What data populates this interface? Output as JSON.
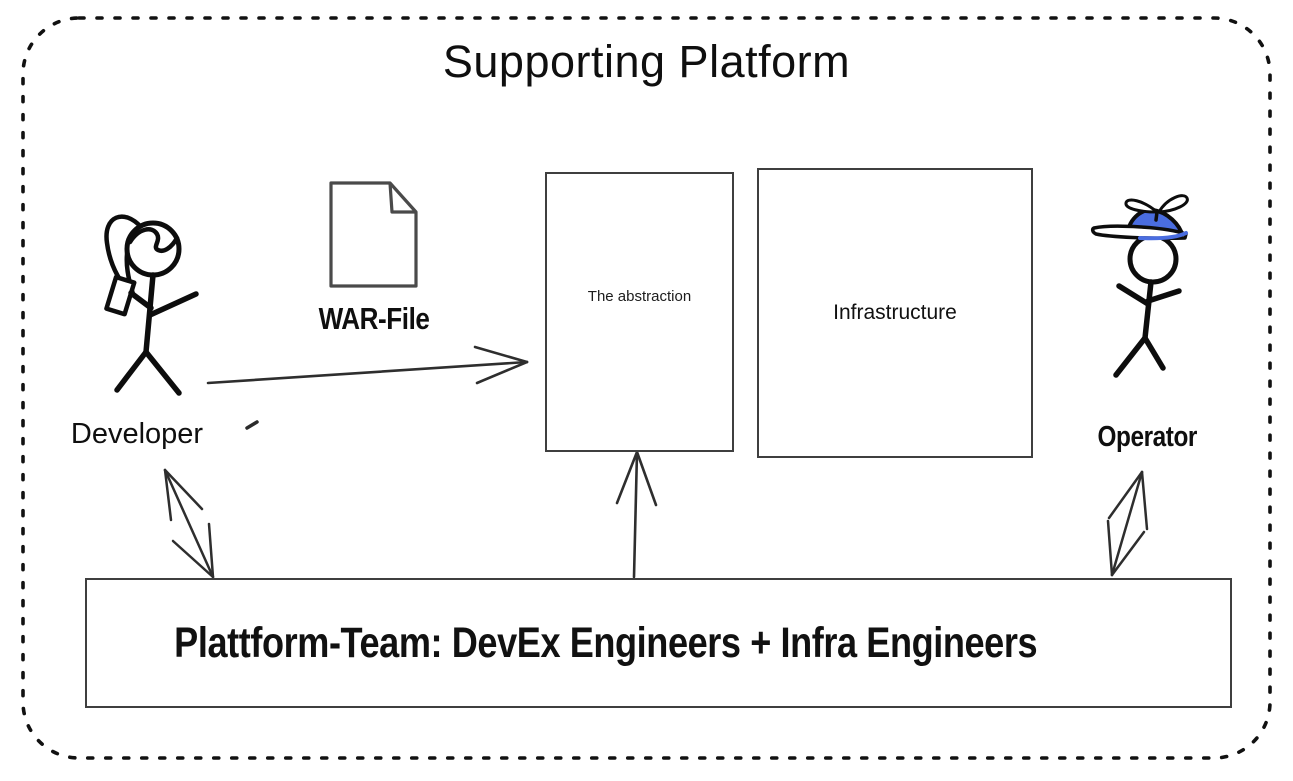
{
  "title": "Supporting Platform",
  "actors": {
    "developer": {
      "label": "Developer",
      "icon": "developer-stick-figure-icon"
    },
    "operator": {
      "label": "Operator",
      "icon": "operator-stick-figure-propeller-cap-icon"
    }
  },
  "artifacts": {
    "war_file": {
      "label": "WAR-File",
      "icon": "document-folded-corner-icon"
    }
  },
  "boxes": {
    "abstraction": {
      "label": "The abstraction"
    },
    "infrastructure": {
      "label": "Infrastructure"
    },
    "platform_team": {
      "label": "Plattform-Team: DevEx Engineers + Infra Engineers"
    }
  },
  "arrows": [
    {
      "name": "developer-to-abstraction",
      "direction": "right"
    },
    {
      "name": "platform-team-to-abstraction",
      "direction": "up"
    },
    {
      "name": "developer-platform-team",
      "direction": "bidirectional"
    },
    {
      "name": "operator-platform-team",
      "direction": "bidirectional"
    }
  ],
  "colors": {
    "stroke": "#0d0d0d",
    "box_border": "#3f3f3f",
    "cap_blue": "#4a6de0",
    "border_dotted": "#111111"
  }
}
